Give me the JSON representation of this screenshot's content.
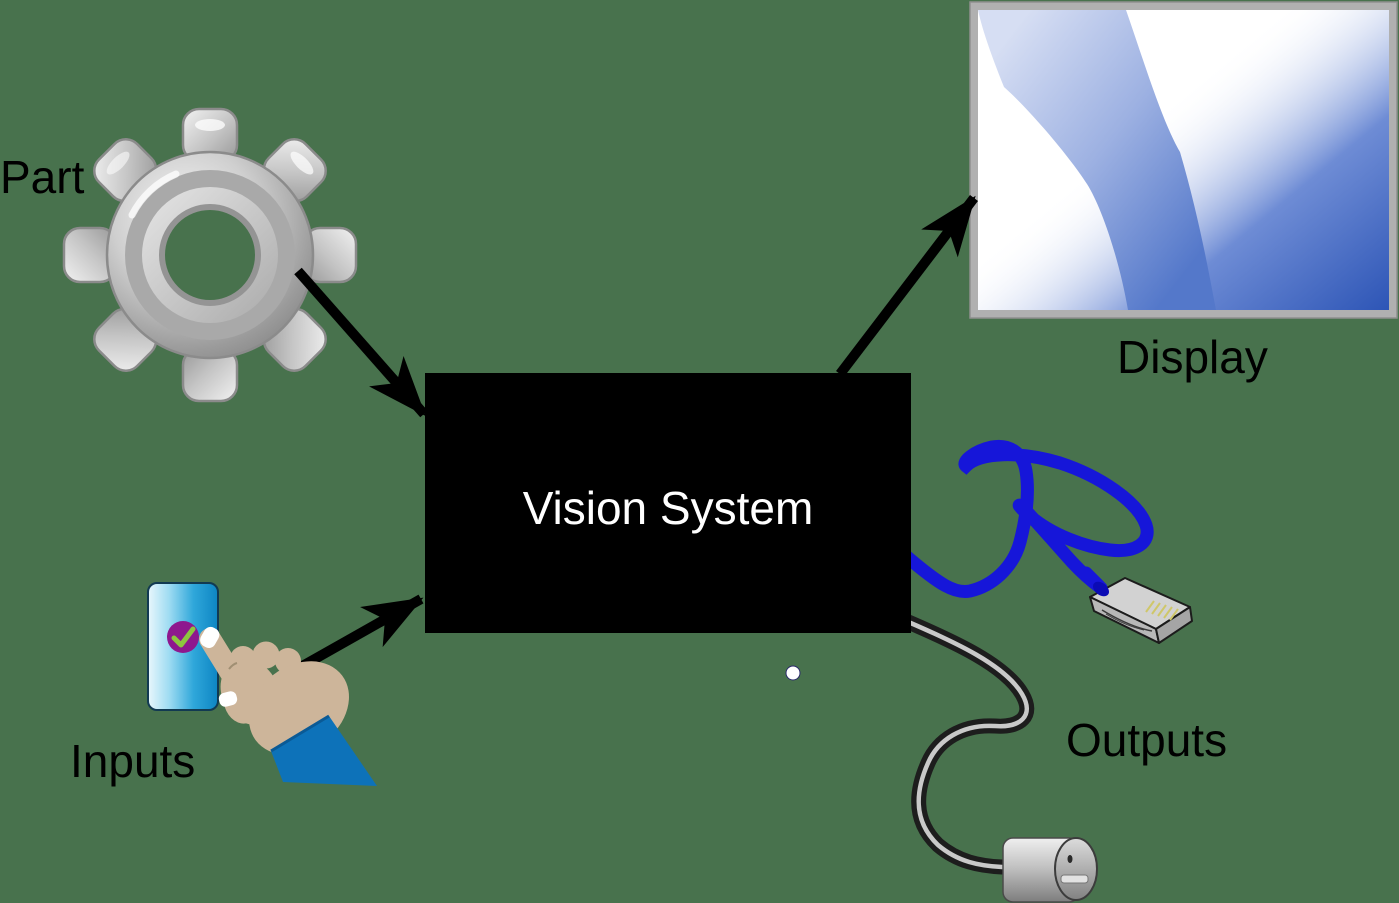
{
  "diagram": {
    "type": "machine-vision-system-block-diagram",
    "background_color": "#48724d",
    "nodes": {
      "part": {
        "label": "Part",
        "icon": "gear-icon"
      },
      "inputs": {
        "label": "Inputs",
        "icon": "touch-hand-icon"
      },
      "vision_system": {
        "label": "Vision System",
        "box_color": "#000000",
        "text_color": "#ffffff"
      },
      "display": {
        "label": "Display",
        "icon": "monitor-icon"
      },
      "outputs": {
        "label": "Outputs",
        "icons": [
          "ethernet-connector-icon",
          "motor-icon"
        ]
      }
    },
    "edges": [
      {
        "from": "part",
        "to": "vision_system",
        "style": "black-arrow"
      },
      {
        "from": "inputs",
        "to": "vision_system",
        "style": "black-arrow"
      },
      {
        "from": "vision_system",
        "to": "display",
        "style": "black-arrow"
      },
      {
        "from": "vision_system",
        "to": "outputs",
        "style": "blue-cable-to-ethernet"
      },
      {
        "from": "vision_system",
        "to": "outputs",
        "style": "gray-cable-to-motor"
      }
    ],
    "colors": {
      "arrow": "#000000",
      "label_text": "#000000",
      "blue_cable": "#1616d9",
      "gray_cable": "#1d1d1d",
      "screen_blue": "#2d55b6",
      "monitor_frame": "#b0b0b0",
      "check_circle": "#8e188e",
      "check_mark": "#8dc63f",
      "phone_blue": "#0d85c3",
      "sleeve_blue": "#0d72b9",
      "skin": "#cdb59a",
      "gear_gray": "#c9c9c9"
    }
  }
}
